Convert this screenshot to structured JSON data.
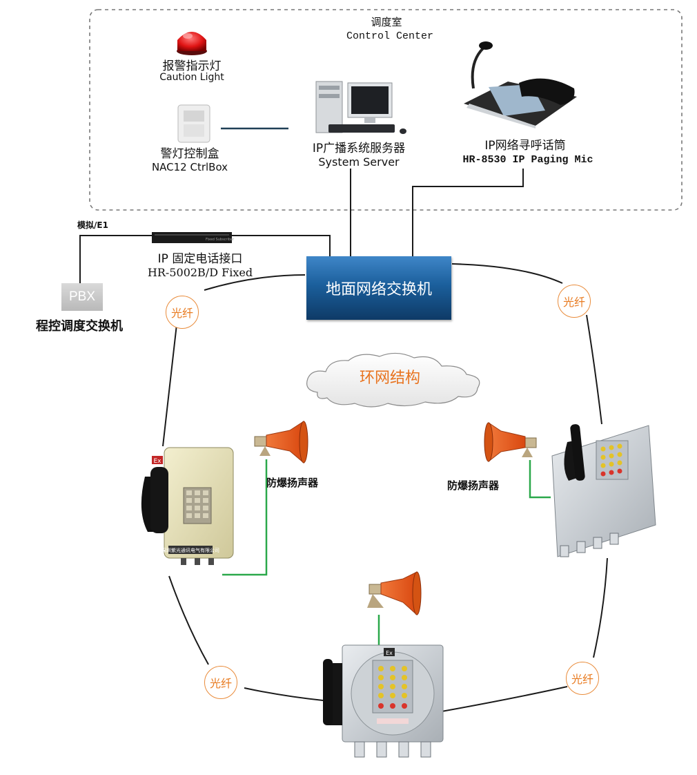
{
  "control_center": {
    "title_cn": "调度室",
    "title_en": "Control Center"
  },
  "caution_light": {
    "label_cn": "报警指示灯",
    "label_en": "Caution Light"
  },
  "ctrl_box": {
    "label_cn": "警灯控制盒",
    "label_en": "NAC12 CtrlBox"
  },
  "server": {
    "label_cn": "IP广播系统服务器",
    "label_en": "System Server"
  },
  "paging_mic": {
    "label_cn": "IP网络寻呼话筒",
    "label_en": "HR-8530 IP Paging Mic"
  },
  "ip_phone_interface": {
    "label_cn": "IP 固定电话接口",
    "label_en": "HR-5002B/D Fixed",
    "device_text": "Fixed Subscriber"
  },
  "analog_link": {
    "label": "模拟/E1"
  },
  "pbx": {
    "box_text": "PBX",
    "label_cn": "程控调度交换机"
  },
  "switch": {
    "label": "地面网络交换机"
  },
  "fiber_label": "光纤",
  "ring": {
    "label": "环网结构"
  },
  "speaker_label": "防爆扬声器",
  "phone_left": {
    "brand_text": "深圳紫光通讯电气有限公司",
    "ex_mark": "Ex"
  },
  "phone_bottom": {
    "ex_mark": "Ex"
  },
  "colors": {
    "switch_top": "#3f86c8",
    "switch_bottom": "#0e3a66",
    "fiber_orange": "#e87a1f",
    "speaker_orange": "#e8561b",
    "speaker_link_green": "#2aa84a",
    "line_dark": "#1a1a1a",
    "ctrl_link": "#1f3f56"
  }
}
